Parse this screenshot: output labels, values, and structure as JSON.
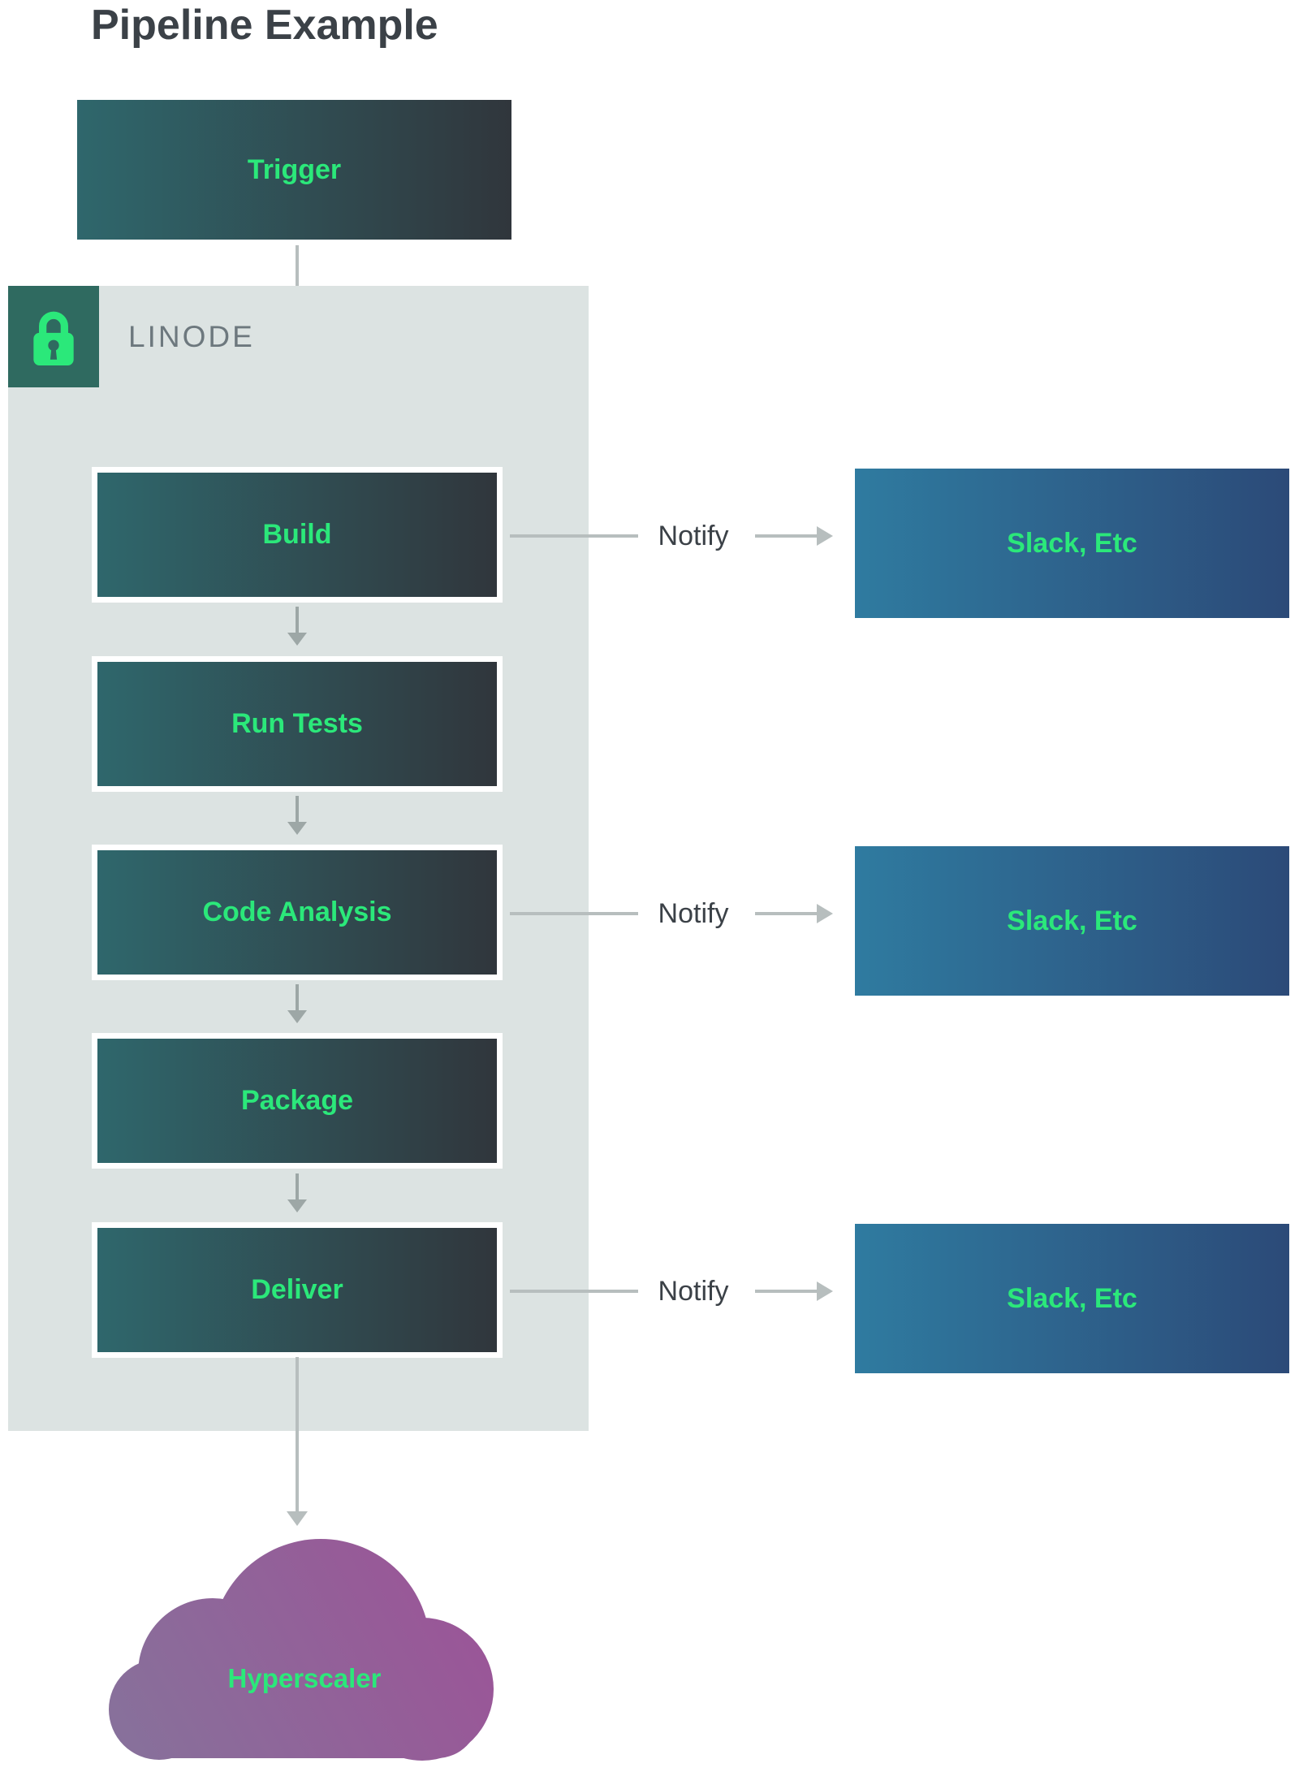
{
  "title": "Pipeline Example",
  "trigger": {
    "label": "Trigger"
  },
  "zone": {
    "label": "LINODE",
    "icon": "lock-icon"
  },
  "stages": [
    {
      "label": "Build"
    },
    {
      "label": "Run Tests"
    },
    {
      "label": "Code Analysis"
    },
    {
      "label": "Package"
    },
    {
      "label": "Deliver"
    }
  ],
  "notify_rows": [
    {
      "label": "Notify",
      "target": "Slack, Etc",
      "source": "Build"
    },
    {
      "label": "Notify",
      "target": "Slack, Etc",
      "source": "Code Analysis"
    },
    {
      "label": "Notify",
      "target": "Slack, Etc",
      "source": "Deliver"
    }
  ],
  "cloud": {
    "label": "Hyperscaler"
  },
  "colors": {
    "accent-green": "#2BE87A",
    "ink": "#3B4147",
    "zone-bg": "#DCE3E2",
    "zone-label": "#6D787E",
    "lock-bg": "#2F6A60",
    "stage-grad-start": "#2F676C",
    "stage-grad-end": "#30363C",
    "slack-grad-start": "#2F7BA0",
    "slack-grad-end": "#2C4A78",
    "cloud-grad-start": "#87719B",
    "cloud-grad-end": "#9C5397",
    "arrow-gray": "#B7BEBE",
    "arrow-gray-dark": "#9DA7A6"
  }
}
